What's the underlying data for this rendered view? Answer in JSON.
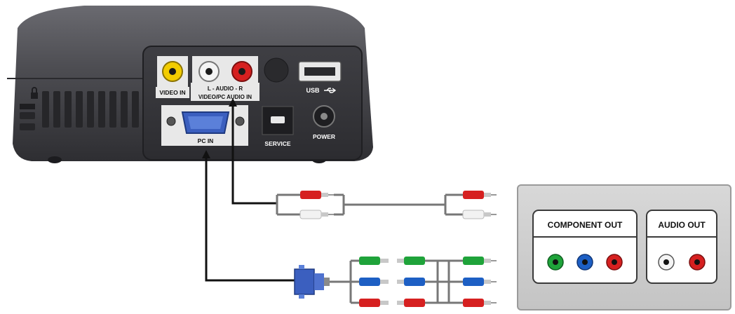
{
  "projector": {
    "ports": {
      "video_in": "VIDEO IN",
      "audio": "L - AUDIO - R",
      "video_pc_audio_in": "VIDEO/PC AUDIO IN",
      "usb": "USB",
      "pc_in": "PC IN",
      "service": "SERVICE",
      "power": "POWER"
    }
  },
  "source_device": {
    "component_out": "COMPONENT OUT",
    "audio_out": "AUDIO OUT"
  },
  "colors": {
    "yellow": "#f2cc00",
    "red": "#d62020",
    "white": "#f2f2f2",
    "green": "#1fa33a",
    "blue": "#1d5fc4",
    "vga_blue": "#3b5fbf",
    "projector_body": "#4a4a4f"
  }
}
